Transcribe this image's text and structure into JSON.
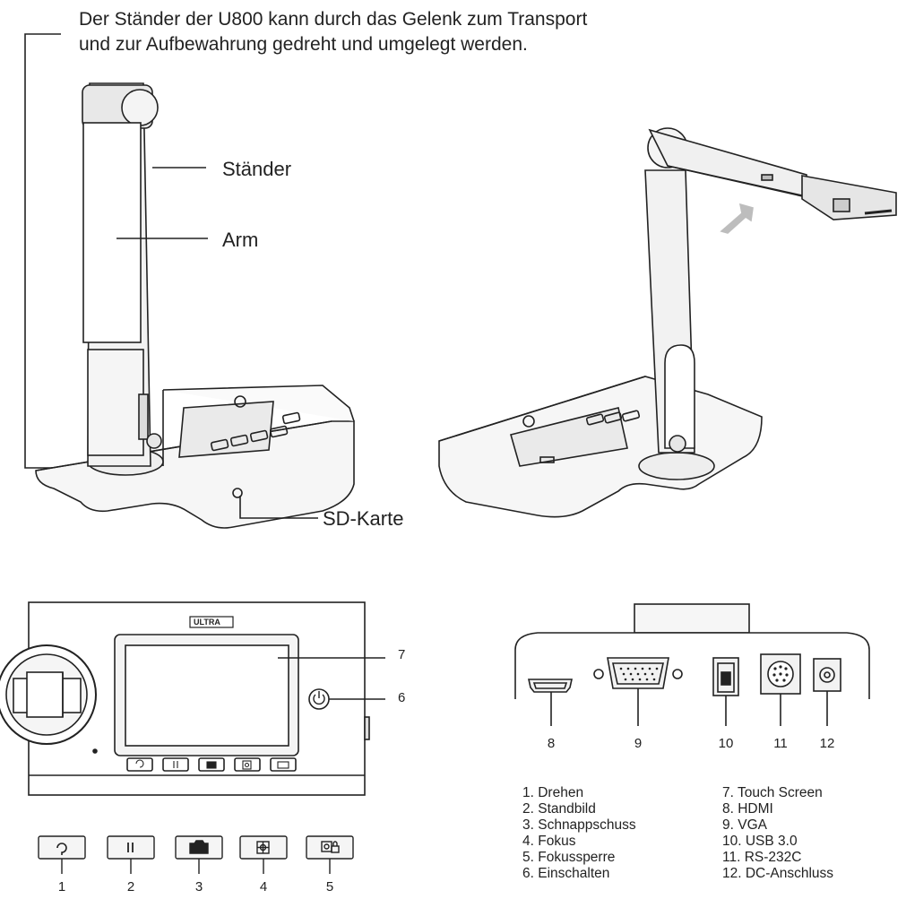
{
  "caption": {
    "line1": "Der Ständer der U800 kann durch das Gelenk zum Transport",
    "line2": "und zur Aufbewahrung gedreht und umgelegt werden."
  },
  "callouts": {
    "staender": "Ständer",
    "arm": "Arm",
    "sd_karte": "SD-Karte"
  },
  "front_panel": {
    "brand_logo": "ULTRA",
    "screen_number": "7",
    "power_number": "6",
    "button_numbers": [
      "1",
      "2",
      "3",
      "4",
      "5"
    ],
    "button_icons": [
      "rotate-icon",
      "pause-icon",
      "camera-icon",
      "focus-icon",
      "focus-lock-icon"
    ]
  },
  "rear_panel": {
    "port_numbers": [
      "8",
      "9",
      "10",
      "11",
      "12"
    ],
    "port_icons": [
      "hdmi-port-icon",
      "vga-port-icon",
      "usb-port-icon",
      "rs232c-port-icon",
      "dc-port-icon"
    ]
  },
  "legend": {
    "left": [
      "1. Drehen",
      "2. Standbild",
      "3. Schnappschuss",
      "4. Fokus",
      "5. Fokussperre",
      "6. Einschalten"
    ],
    "right": [
      "7. Touch Screen",
      "8. HDMI",
      "9. VGA",
      "10. USB 3.0",
      "11. RS-232C",
      "12. DC-Anschluss"
    ]
  }
}
